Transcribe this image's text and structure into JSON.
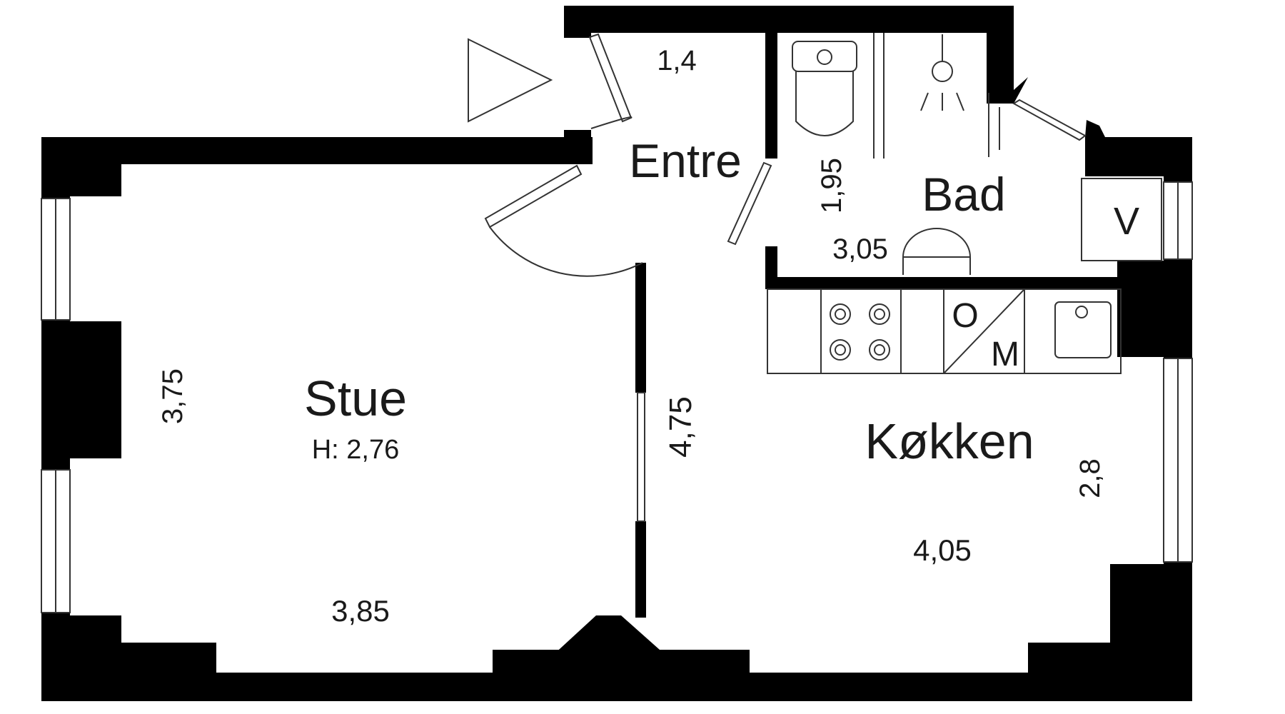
{
  "rooms": {
    "entre": {
      "label": "Entre",
      "area": "1,4"
    },
    "bad": {
      "label": "Bad",
      "width": "1,95",
      "length": "3,05"
    },
    "stue": {
      "label": "Stue",
      "height_note": "H: 2,76",
      "depth": "3,75",
      "width": "3,85"
    },
    "kokken": {
      "label": "Køkken",
      "depth": "2,8",
      "width": "4,05"
    }
  },
  "partition": {
    "length": "4,75"
  },
  "fixtures": {
    "washer": "V",
    "oven": "O",
    "microwave": "M"
  },
  "icons": [
    "entrance-arrow-icon",
    "toilet-icon",
    "shower-icon",
    "sink-icon",
    "stove-icon",
    "kitchen-sink-icon"
  ],
  "colors": {
    "walls": "#000000",
    "background": "#ffffff",
    "lines": "#333333"
  }
}
